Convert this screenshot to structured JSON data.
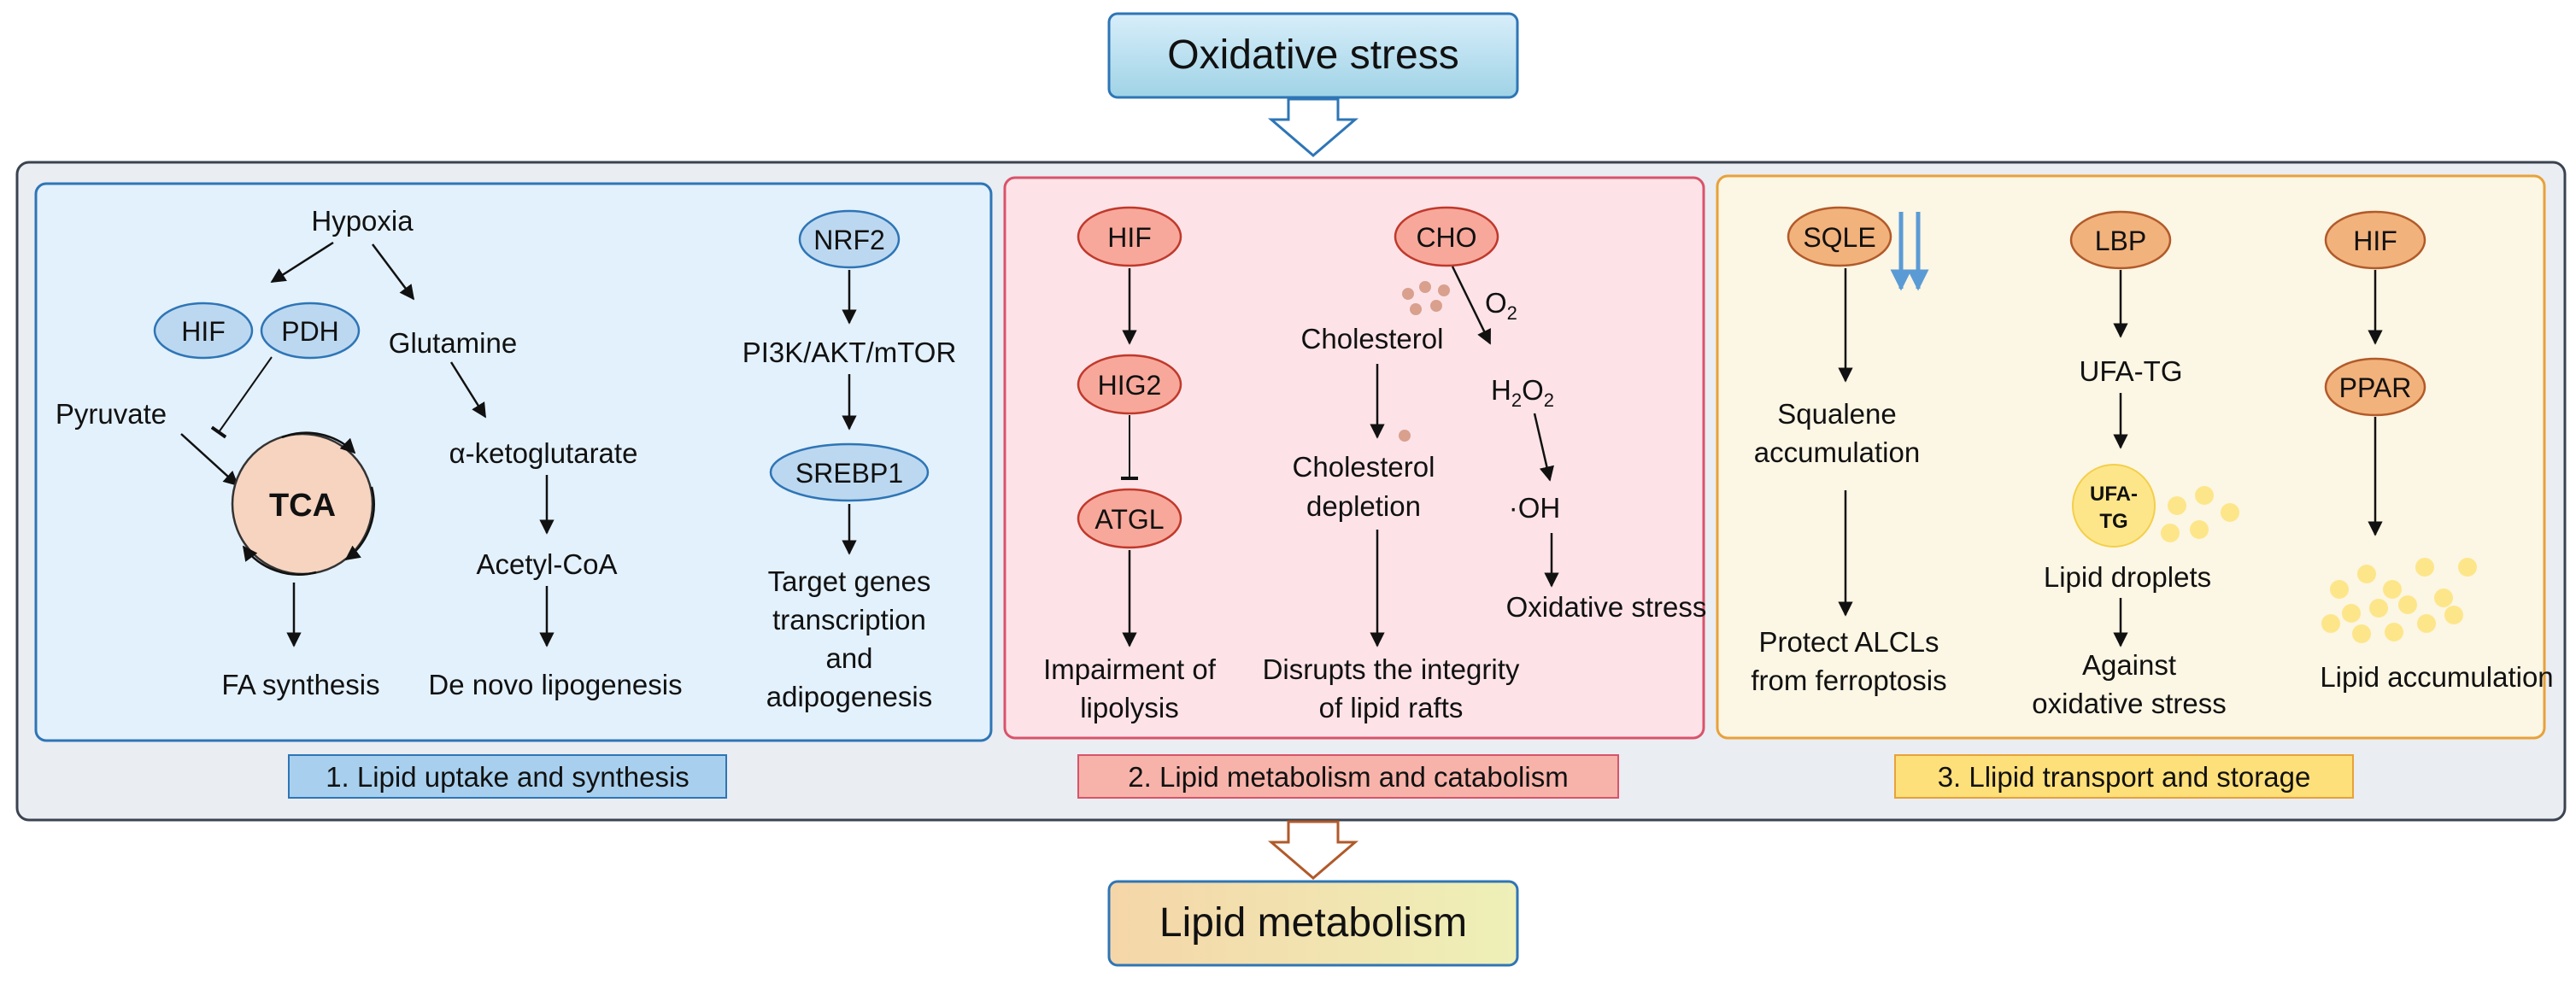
{
  "header": {
    "title": "Oxidative stress"
  },
  "footer": {
    "title": "Lipid metabolism"
  },
  "panels": {
    "p1": {
      "caption": "1. Lipid uptake and synthesis",
      "hypoxia": "Hypoxia",
      "hif": "HIF",
      "pdh": "PDH",
      "glutamine": "Glutamine",
      "pyruvate": "Pyruvate",
      "tca": "TCA",
      "akg": "α-ketoglutarate",
      "acetyl": "Acetyl-CoA",
      "fa": "FA synthesis",
      "denovo": "De novo lipogenesis",
      "nrf2": "NRF2",
      "pi3k": "PI3K/AKT/mTOR",
      "srebp1": "SREBP1",
      "target": [
        "Target genes",
        "transcription",
        "and",
        "adipogenesis"
      ]
    },
    "p2": {
      "caption": "2. Lipid metabolism and catabolism",
      "hif": "HIF",
      "hig2": "HIG2",
      "atgl": "ATGL",
      "impair": [
        "Impairment of",
        "lipolysis"
      ],
      "cho": "CHO",
      "o2": {
        "base": "O",
        "sub": "2"
      },
      "cholesterol": "Cholesterol",
      "h2o2": {
        "a": "H",
        "b": "2",
        "c": "O",
        "d": "2"
      },
      "depletion": [
        "Cholesterol",
        "depletion"
      ],
      "oh": "·OH",
      "oxstress": "Oxidative stress",
      "disrupts": [
        "Disrupts the integrity",
        "of lipid rafts"
      ]
    },
    "p3": {
      "caption": "3. Llipid transport and storage",
      "sqle": "SQLE",
      "squalene": [
        "Squalene",
        "accumulation"
      ],
      "protect": [
        "Protect ALCLs",
        "from ferroptosis"
      ],
      "lbp": "LBP",
      "ufatg": "UFA-TG",
      "ufatg_circle": [
        "UFA-",
        "TG"
      ],
      "droplets": "Lipid droplets",
      "against": [
        "Against",
        "oxidative stress"
      ],
      "hif": "HIF",
      "ppar": "PPAR",
      "accum": "Lipid accumulation"
    }
  },
  "colors": {
    "panel1": "#e3f1fc",
    "panel1_border": "#2e75b6",
    "panel2": "#fde3e8",
    "panel2_border": "#d9536a",
    "panel3": "#fcf6e4",
    "panel3_border": "#e8a13a",
    "blue_node": "#bcd8f0",
    "red_node": "#f7a89b",
    "orange_node": "#f2b27c",
    "tca": "#f6d4c0",
    "dots_brown": "#d9a08e",
    "dots_yellow": "#fde68a",
    "blue_arrow": "#5b9bd5"
  }
}
